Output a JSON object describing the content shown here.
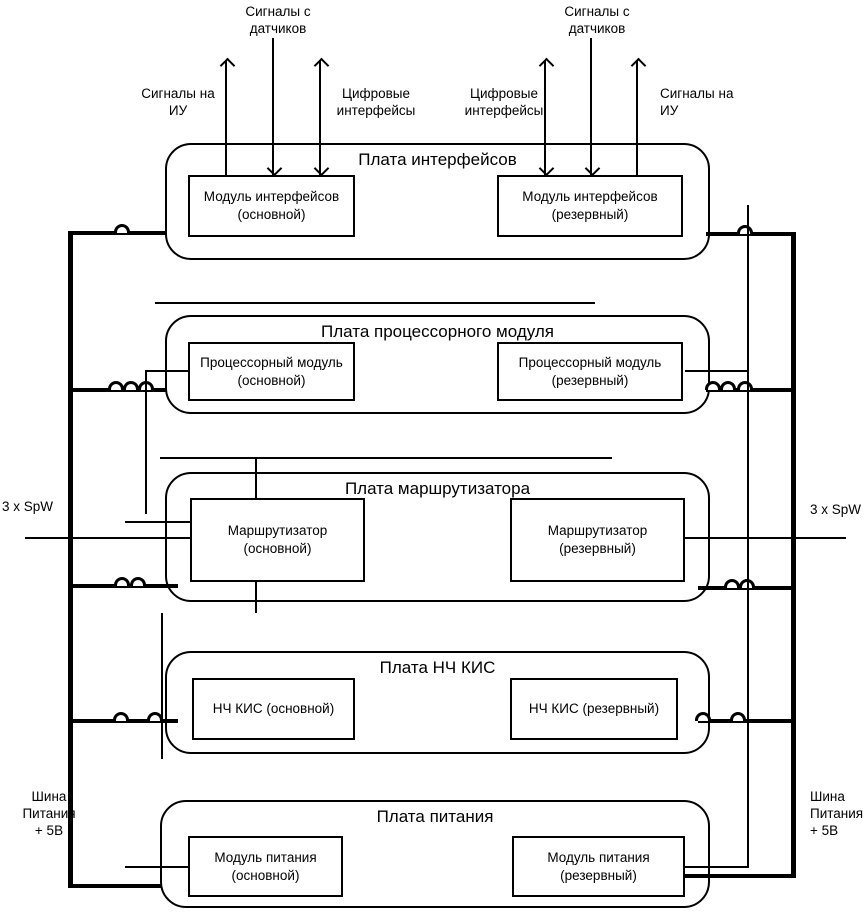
{
  "labels": {
    "sensors_left": "Сигналы с датчиков",
    "sensors_right": "Сигналы с датчиков",
    "to_iu_left": "Сигналы на ИУ",
    "digital_left": "Цифровые интерфейсы",
    "digital_right": "Цифровые интерфейсы",
    "to_iu_right": "Сигналы на ИУ",
    "spw_left": "3 x SpW",
    "spw_right": "3 x SpW",
    "power_bus_left": [
      "Шина",
      "Питания",
      "+ 5В"
    ],
    "power_bus_right": [
      "Шина",
      "Питания",
      "+ 5В"
    ]
  },
  "boards": [
    {
      "title": "Плата интерфейсов",
      "modules": [
        "Модуль интерфейсов (основной)",
        "Модуль интерфейсов (резервный)"
      ]
    },
    {
      "title": "Плата процессорного модуля",
      "modules": [
        "Процессорный модуль  (основной)",
        "Процессорный модуль (резервный)"
      ]
    },
    {
      "title": "Плата маршрутизатора",
      "modules": [
        "Маршрутизатор (основной)",
        "Маршрутизатор (резервный)"
      ]
    },
    {
      "title": "Плата НЧ КИС",
      "modules": [
        "НЧ КИС  (основной)",
        "НЧ КИС  (резервный)"
      ]
    },
    {
      "title": "Плата питания",
      "modules": [
        "Модуль питания (основной)",
        "Модуль питания (резервный)"
      ]
    }
  ]
}
